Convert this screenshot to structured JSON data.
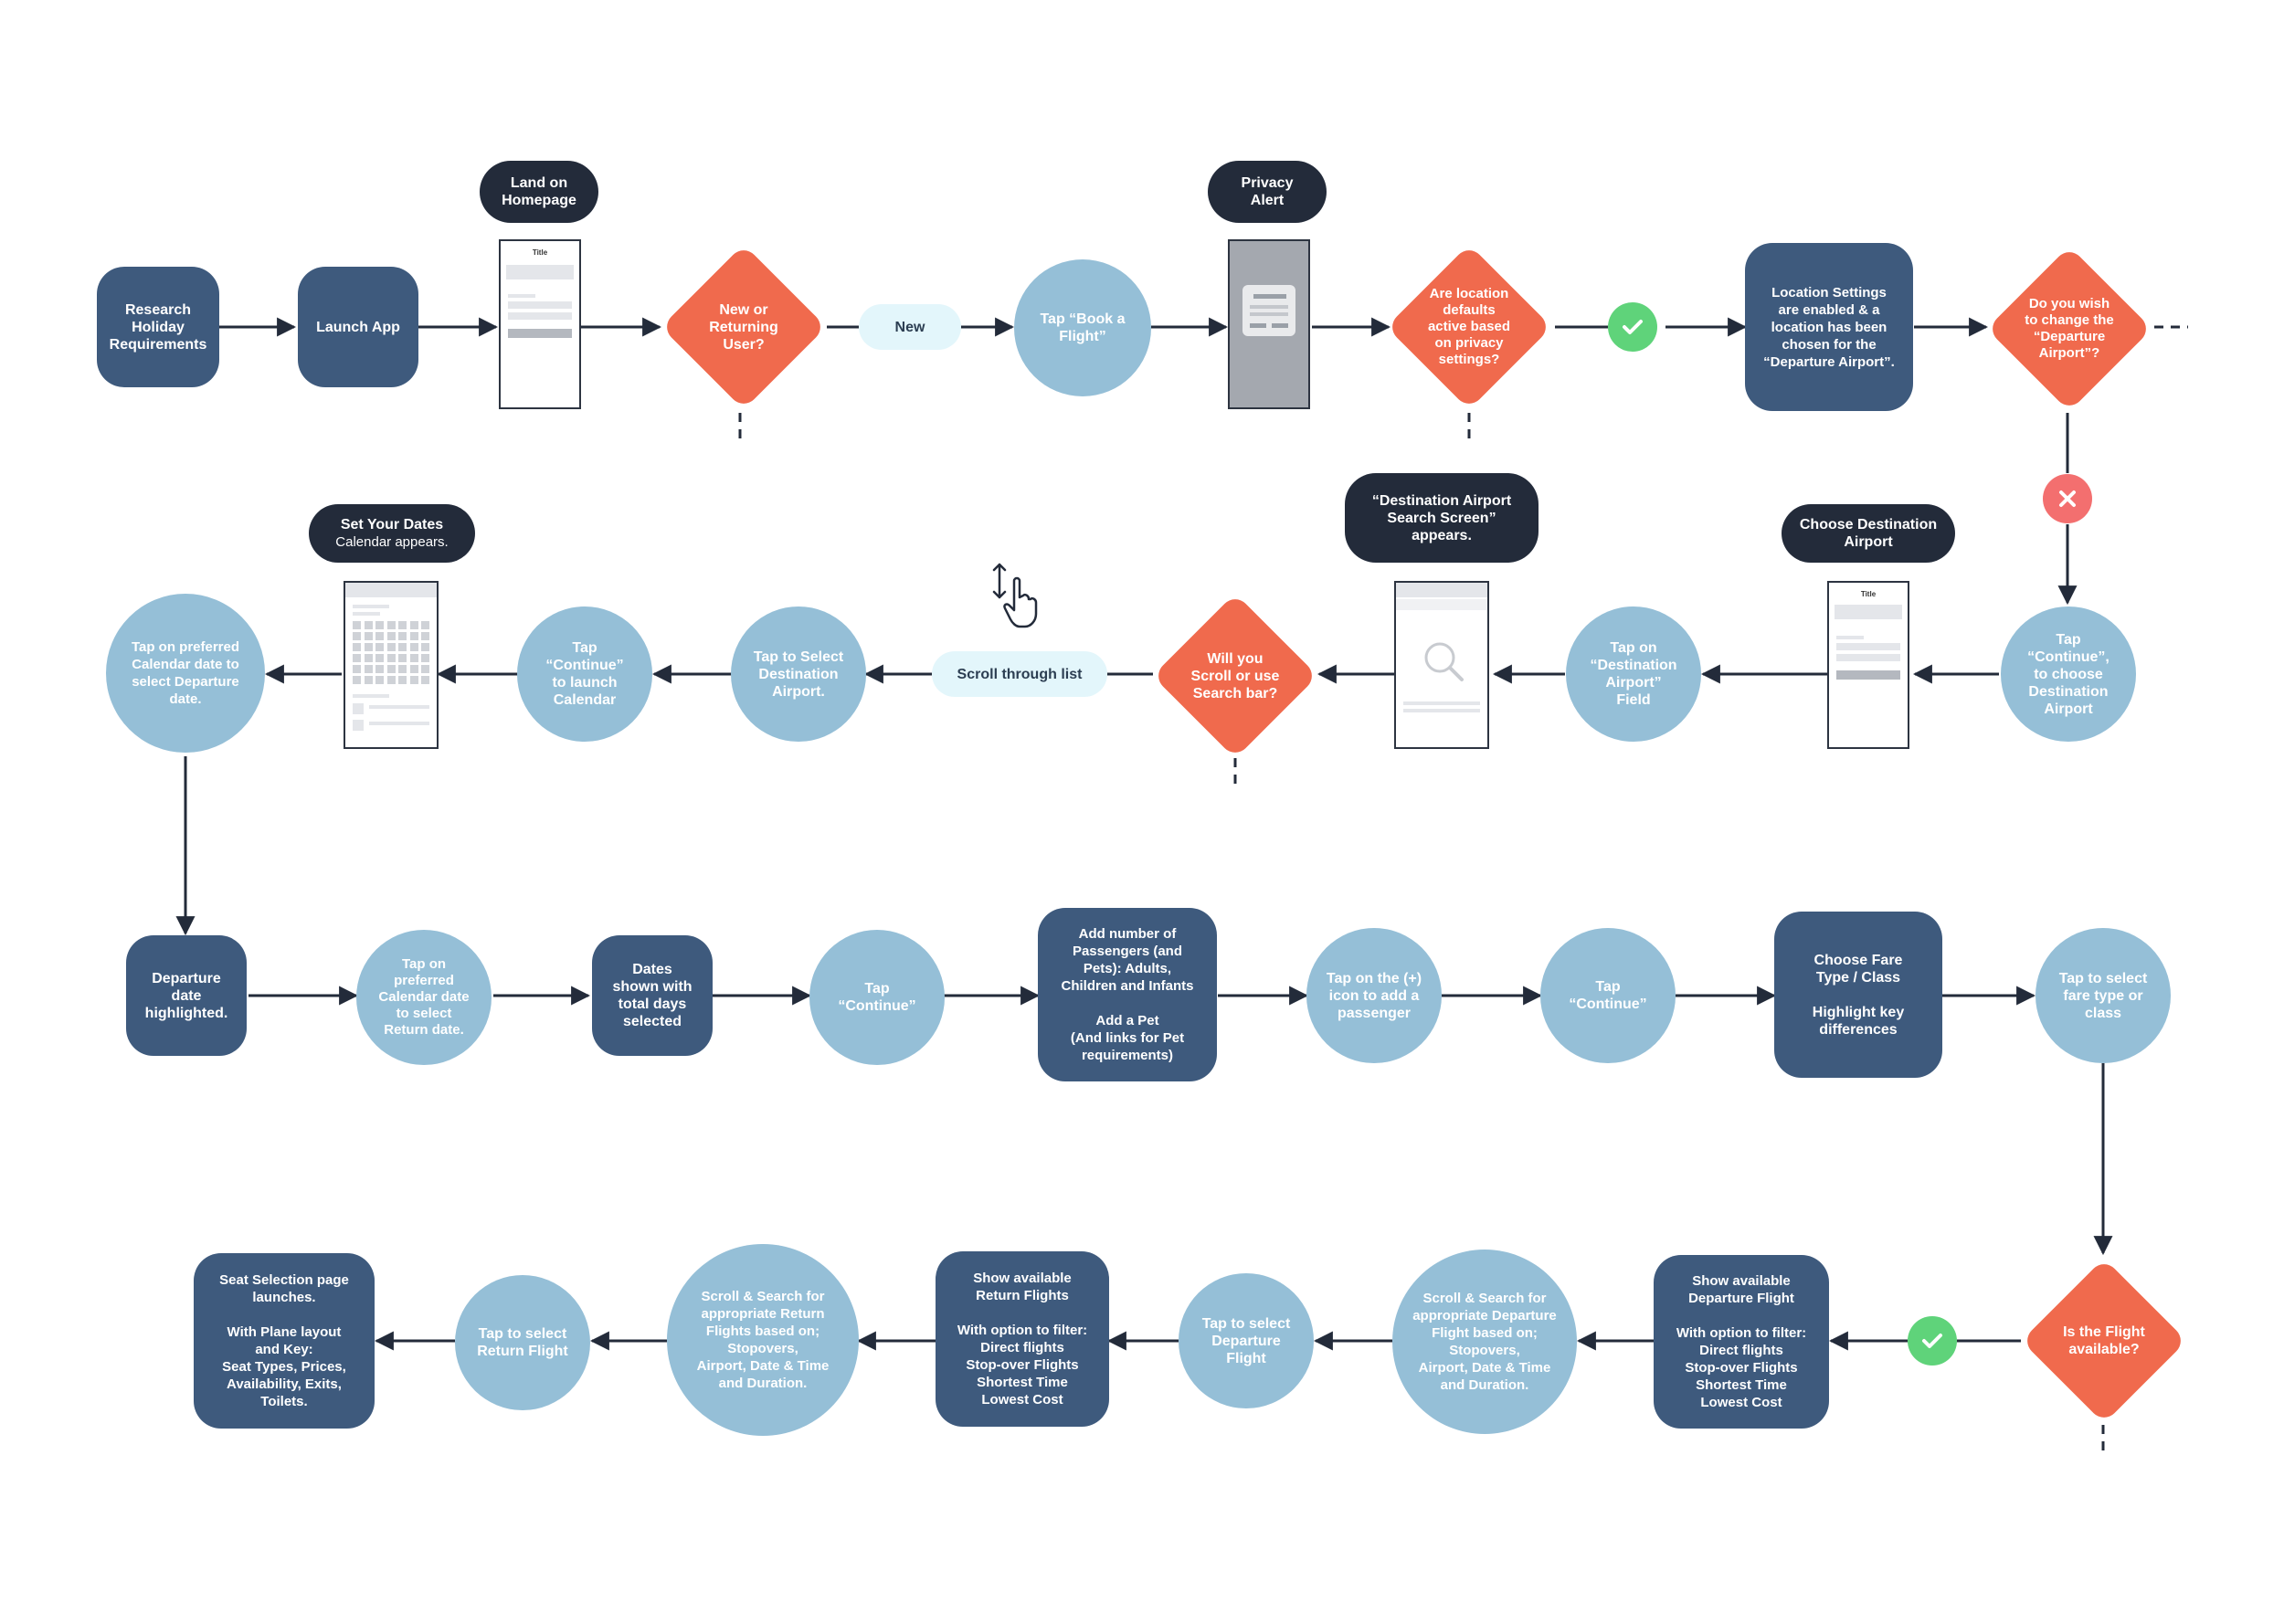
{
  "colors": {
    "dark_step": "#3e5a7d",
    "light_step": "#95bfd7",
    "decision": "#f06a4d",
    "label": "#232b3a",
    "pill": "#e3f6fb",
    "yes": "#5fd37a",
    "no": "#f36f6f",
    "edge": "#232b3a"
  },
  "row1": {
    "research": "Research\nHoliday\nRequirements",
    "launch_app": "Launch App",
    "land_homepage": "Land on\nHomepage",
    "homepage_screen_title": "Title",
    "new_or_returning": "New or\nReturning\nUser?",
    "new_pill": "New",
    "tap_book": "Tap “Book a\nFlight”",
    "privacy_alert": "Privacy\nAlert",
    "location_defaults": "Are location\ndefaults\nactive based\non privacy\nsettings?",
    "location_settings": "Location Settings\nare enabled & a\nlocation has been\nchosen for the\n“Departure Airport”.",
    "change_departure": "Do you wish\nto change the\n“Departure\nAirport”?"
  },
  "row2": {
    "set_dates_title": "Set Your Dates",
    "set_dates_sub": "Calendar appears.",
    "tap_calendar_date": "Tap on preferred\nCalendar date to\nselect Departure\ndate.",
    "tap_continue_calendar": "Tap\n“Continue”\nto launch\nCalendar",
    "tap_select_destination": "Tap to Select\nDestination\nAirport.",
    "scroll_pill": "Scroll through list",
    "scroll_or_search": "Will you\nScroll or use\nSearch bar?",
    "dest_search_screen": "“Destination Airport\nSearch Screen”\nappears.",
    "tap_destination_field": "Tap on\n“Destination\nAirport”\nField",
    "choose_destination": "Choose Destination\nAirport",
    "choose_screen_title": "Title",
    "tap_continue_destination": "Tap\n“Continue”,\nto choose\nDestination\nAirport"
  },
  "row3": {
    "departure_highlighted": "Departure\ndate\nhighlighted.",
    "tap_return_date": "Tap on\npreferred\nCalendar date\nto select\nReturn date.",
    "dates_shown": "Dates\nshown with\ntotal days\nselected",
    "tap_continue_1": "Tap\n“Continue”",
    "add_passengers": "Add number of\nPassengers (and\nPets): Adults,\nChildren and Infants\n\nAdd a Pet\n(And links for Pet\nrequirements)",
    "tap_plus": "Tap on the (+)\nicon to add a\npassenger",
    "tap_continue_2": "Tap\n“Continue”",
    "choose_fare": "Choose Fare\nType / Class\n\nHighlight key\ndifferences",
    "tap_fare": "Tap to select\nfare type or\nclass"
  },
  "row4": {
    "seat_selection": "Seat Selection page\nlaunches.\n\nWith Plane layout\nand Key:\nSeat Types, Prices,\nAvailability, Exits,\nToilets.",
    "tap_return_flight": "Tap to select\nReturn Flight",
    "scroll_return": "Scroll & Search for\nappropriate Return\nFlights based on;\nStopovers,\nAirport, Date & Time\nand Duration.",
    "show_return": "Show available\nReturn Flights\n\nWith option to filter:\nDirect flights\nStop-over Flights\nShortest Time\nLowest Cost",
    "tap_departure_flight": "Tap to select\nDeparture\nFlight",
    "scroll_departure": "Scroll & Search for\nappropriate Departure\nFlight based on;\nStopovers,\nAirport, Date & Time\nand Duration.",
    "show_departure": "Show available\nDeparture Flight\n\nWith option to filter:\nDirect flights\nStop-over Flights\nShortest Time\nLowest Cost",
    "flight_available": "Is the Flight\navailable?"
  }
}
